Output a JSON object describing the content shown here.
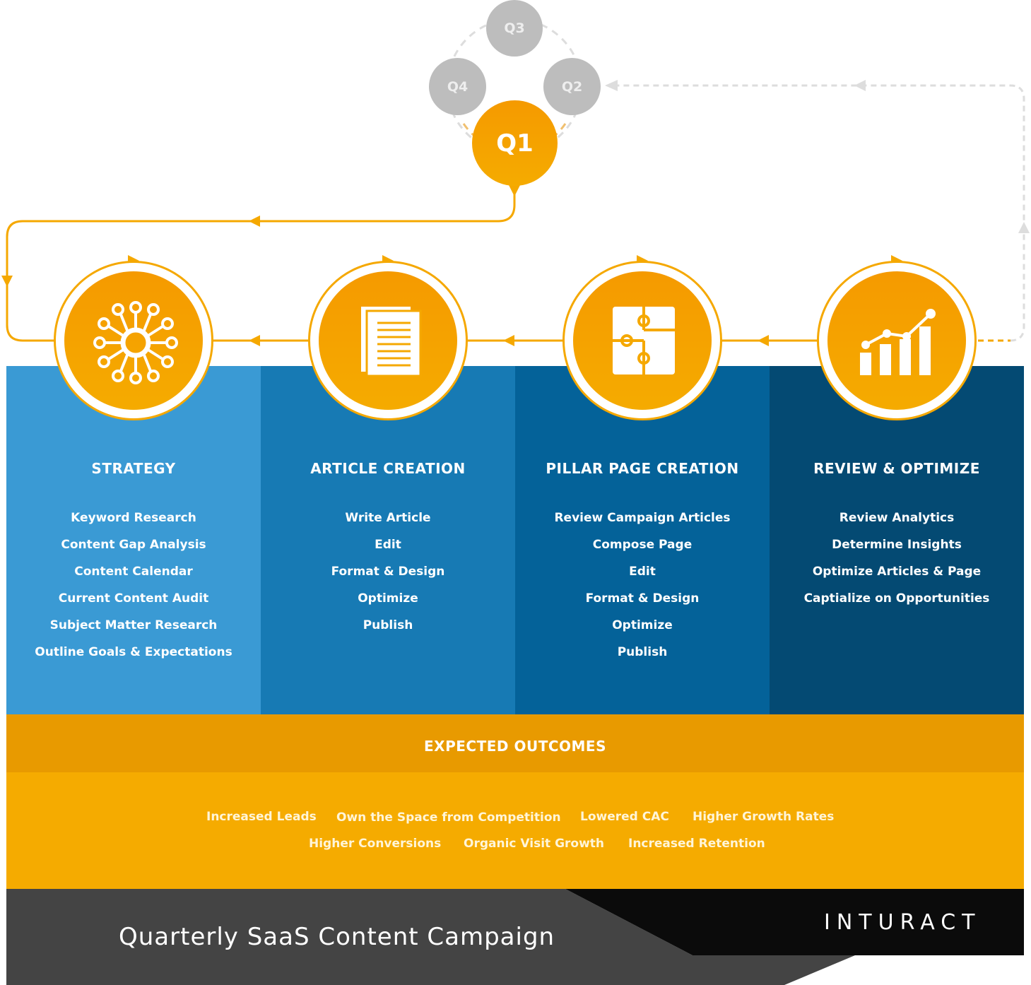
{
  "quarters": {
    "q1": "Q1",
    "q2": "Q2",
    "q3": "Q3",
    "q4": "Q4"
  },
  "stages": [
    {
      "title": "STRATEGY",
      "icon": "network-hub-icon",
      "color": "#3a9ad4",
      "items": [
        "Keyword Research",
        "Content Gap Analysis",
        "Content Calendar",
        "Current Content Audit",
        "Subject Matter Research",
        "Outline Goals & Expectations"
      ]
    },
    {
      "title": "ARTICLE CREATION",
      "icon": "document-icon",
      "color": "#177ab4",
      "items": [
        "Write Article",
        "Edit",
        "Format & Design",
        "Optimize",
        "Publish"
      ]
    },
    {
      "title": "PILLAR PAGE CREATION",
      "icon": "puzzle-icon",
      "color": "#046299",
      "items": [
        "Review Campaign Articles",
        "Compose Page",
        "Edit",
        "Format & Design",
        "Optimize",
        "Publish"
      ]
    },
    {
      "title": "REVIEW & OPTIMIZE",
      "icon": "analytics-chart-icon",
      "color": "#044a73",
      "items": [
        "Review Analytics",
        "Determine Insights",
        "Optimize Articles & Page",
        "Captialize on Opportunities"
      ]
    }
  ],
  "outcomes": {
    "title": "EXPECTED OUTCOMES",
    "items": [
      "Increased Leads",
      "Own the Space from Competition",
      "Lowered CAC",
      "Higher Growth Rates",
      "Higher Conversions",
      "Organic Visit Growth",
      "Increased Retention"
    ]
  },
  "footer": {
    "title": "Quarterly SaaS Content Campaign",
    "brand": "INTURACT"
  },
  "colors": {
    "accent": "#f5a800",
    "grey": "#bdbdbd"
  }
}
